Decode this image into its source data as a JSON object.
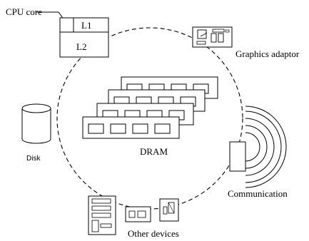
{
  "diagram": {
    "cpu": {
      "core_label": "CPU core",
      "l1_label": "L1",
      "l2_label": "L2"
    },
    "graphics_label": "Graphics adaptor",
    "disk_label": "Disk",
    "dram_label": "DRAM",
    "communication_label": "Communication",
    "other_devices_label": "Other devices"
  }
}
